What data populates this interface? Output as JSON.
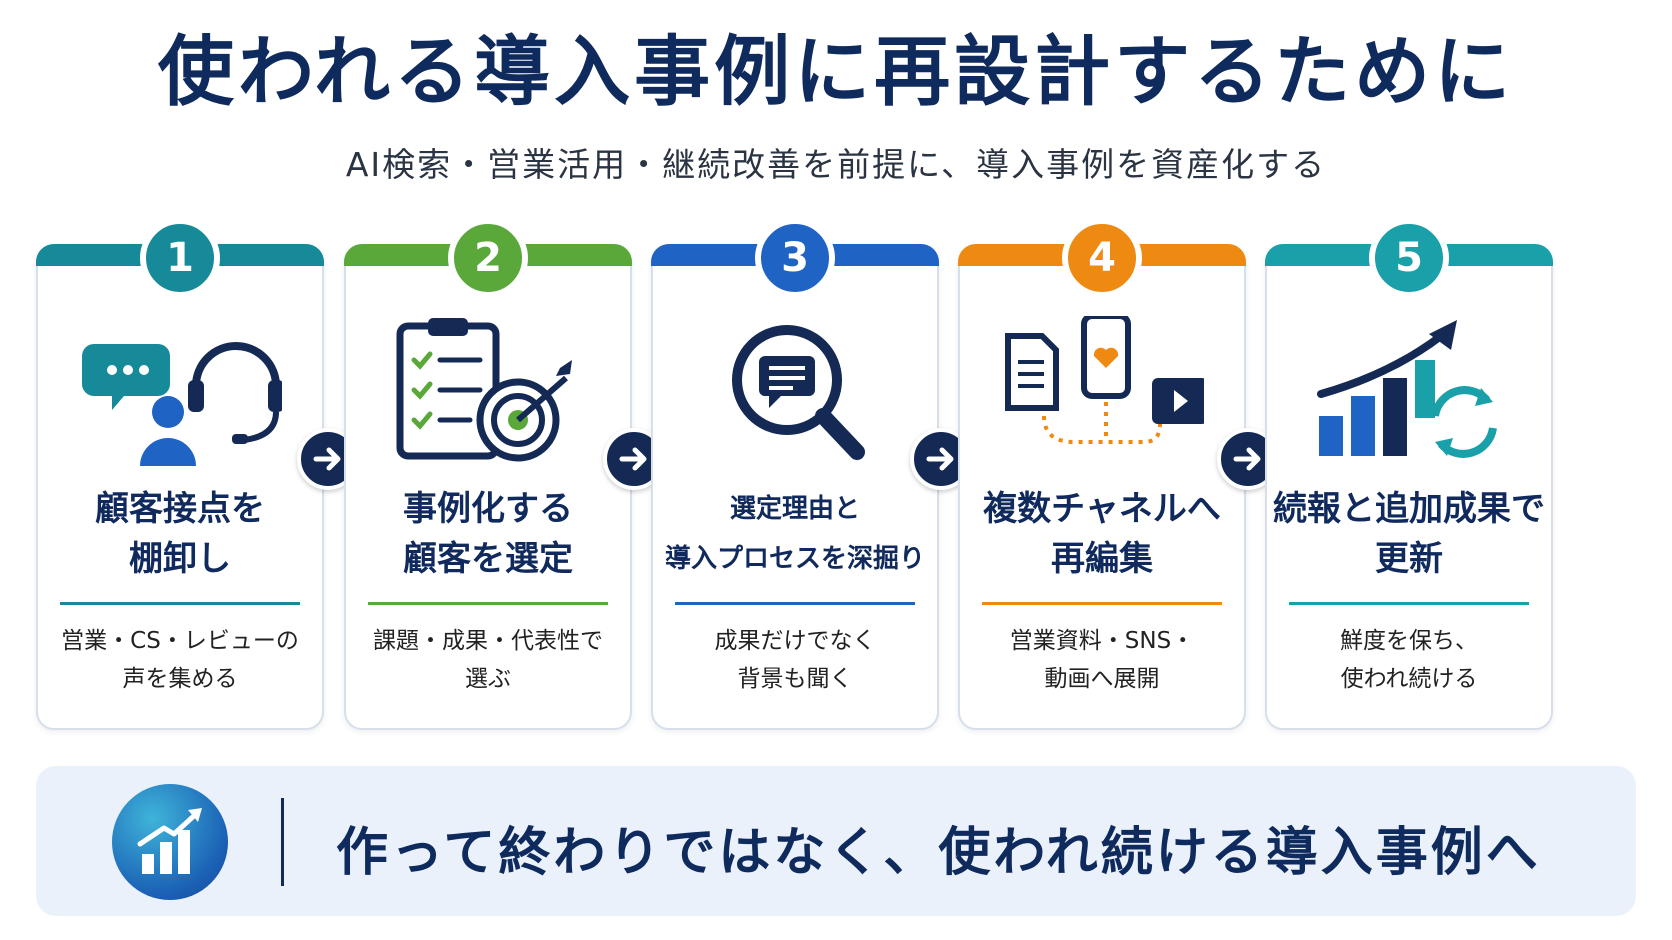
{
  "title": "使われる導入事例に再設計するために",
  "subtitle": "AI検索・営業活用・継続改善を前提に、導入事例を資産化する",
  "steps": [
    {
      "num": "1",
      "heading": "顧客接点を\n棚卸し",
      "desc": "営業・CS・レビューの\n声を集める",
      "color": "#178a9a",
      "icon": "chat-headset-icon"
    },
    {
      "num": "2",
      "heading": "事例化する\n顧客を選定",
      "desc": "課題・成果・代表性で\n選ぶ",
      "color": "#5aa83a",
      "icon": "checklist-target-icon"
    },
    {
      "num": "3",
      "heading": "選定理由と\n導入プロセスを深掘り",
      "desc": "成果だけでなく\n背景も聞く",
      "color": "#1f63c4",
      "icon": "magnifier-message-icon"
    },
    {
      "num": "4",
      "heading": "複数チャネルへ\n再編集",
      "desc": "営業資料・SNS・\n動画へ展開",
      "color": "#ee8a12",
      "icon": "multichannel-icon"
    },
    {
      "num": "5",
      "heading": "続報と追加成果で\n更新",
      "desc": "鮮度を保ち、\n使われ続ける",
      "color": "#1aa0a8",
      "icon": "growth-refresh-icon"
    }
  ],
  "banner": {
    "text": "作って終わりではなく、使われ続ける導入事例へ",
    "icon": "growth-chart-icon"
  },
  "colors": {
    "navy": "#0f2a5c"
  }
}
